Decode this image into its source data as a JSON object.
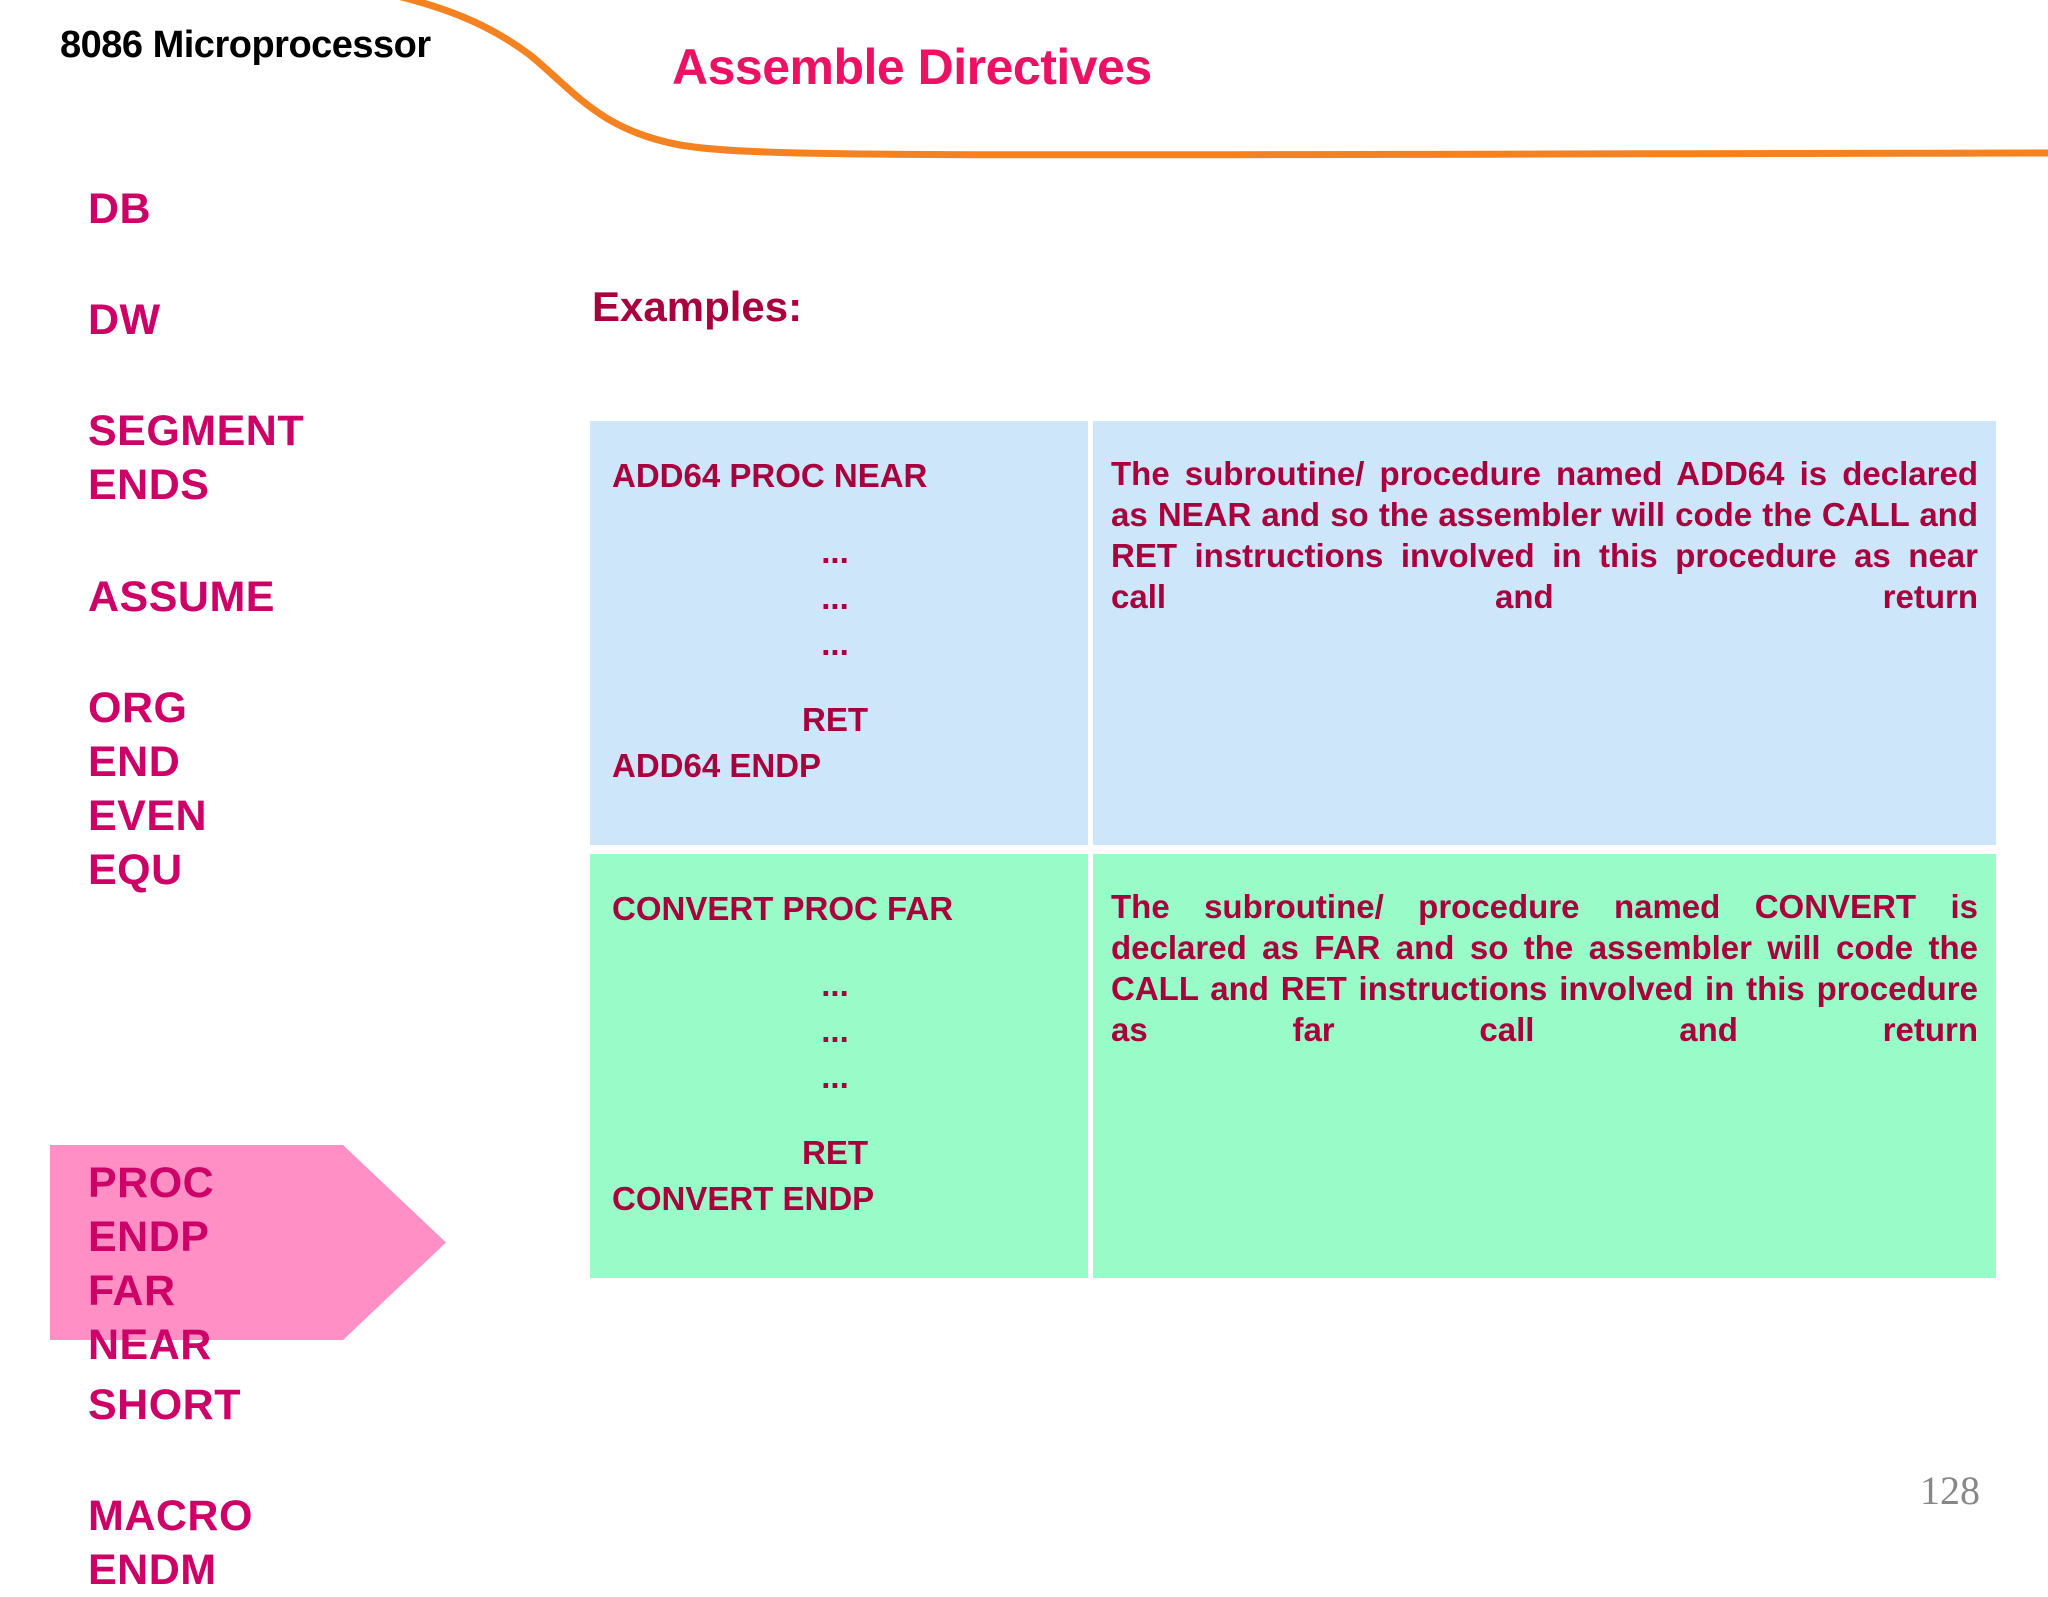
{
  "header": {
    "course_title": "8086 Microprocessor",
    "slide_title": "Assemble Directives",
    "accent_color": "#ED1164",
    "curve_color": "#F58220"
  },
  "sidebar": {
    "text_color": "#CC0066",
    "highlight_color": "#FF8FC4",
    "groups": [
      {
        "items": [
          "DB"
        ]
      },
      {
        "items": [
          "DW"
        ]
      },
      {
        "items": [
          "SEGMENT",
          "ENDS"
        ]
      },
      {
        "items": [
          "ASSUME"
        ]
      },
      {
        "items": [
          "ORG",
          "END",
          "EVEN",
          "EQU"
        ]
      },
      {
        "items": [
          "SHORT"
        ]
      },
      {
        "items": [
          "MACRO",
          "ENDM"
        ]
      }
    ],
    "highlighted_group": {
      "items": [
        "PROC",
        "ENDP",
        "FAR",
        "NEAR"
      ],
      "shape": "right-arrow-banner"
    }
  },
  "main": {
    "examples_heading": "Examples:",
    "heading_color": "#A8003C",
    "table": {
      "rows": [
        {
          "accent": "#CDE6FA",
          "code_lines": [
            {
              "text": "ADD64 PROC NEAR",
              "align": "left"
            },
            {
              "text": "",
              "align": "spacer"
            },
            {
              "text": "...",
              "align": "center"
            },
            {
              "text": "...",
              "align": "center"
            },
            {
              "text": "...",
              "align": "center"
            },
            {
              "text": "",
              "align": "spacer"
            },
            {
              "text": "RET",
              "align": "center"
            },
            {
              "text": "ADD64 ENDP",
              "align": "left"
            }
          ],
          "description": "The subroutine/ procedure named ADD64 is declared as NEAR and so the assembler will code the CALL and RET instructions involved in this procedure as near call and return"
        },
        {
          "accent": "#99FBC8",
          "code_lines": [
            {
              "text": "CONVERT PROC FAR",
              "align": "left"
            },
            {
              "text": "",
              "align": "spacer"
            },
            {
              "text": "...",
              "align": "center"
            },
            {
              "text": "...",
              "align": "center"
            },
            {
              "text": "...",
              "align": "center"
            },
            {
              "text": "",
              "align": "spacer"
            },
            {
              "text": "RET",
              "align": "center"
            },
            {
              "text": "CONVERT ENDP",
              "align": "left"
            }
          ],
          "description": "The subroutine/ procedure named CONVERT is declared as FAR and so the assembler will code the CALL and RET instructions involved in this procedure as far call and return"
        }
      ]
    }
  },
  "footer": {
    "page_number": "128"
  }
}
